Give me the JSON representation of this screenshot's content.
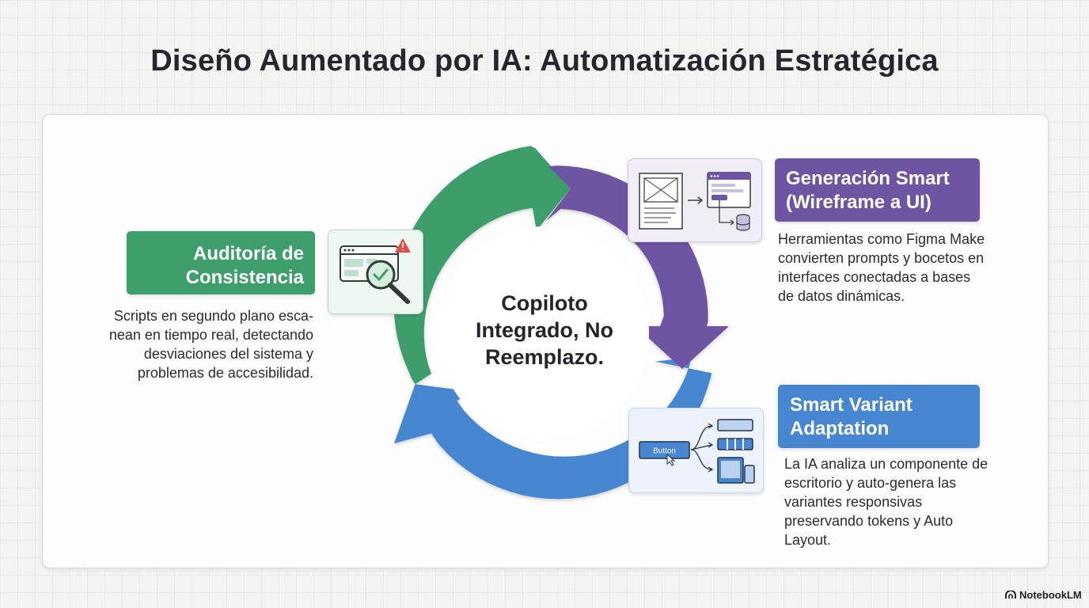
{
  "title": "Diseño Aumentado por IA: Automatización Estratégica",
  "center": {
    "line1": "Copiloto",
    "line2": "Integrado, No",
    "line3": "Reemplazo."
  },
  "steps": [
    {
      "label_line1": "Auditoría de",
      "label_line2": "Consistencia",
      "desc_lines": [
        "Scripts en segundo plano esca-",
        "nean en tiempo real, detectando",
        "desviaciones del sistema y",
        "problemas de accesibilidad."
      ],
      "color": "#3e9e6c",
      "icon": "magnifier-check-warning-icon"
    },
    {
      "label_line1": "Generación Smart",
      "label_line2": "(Wireframe a UI)",
      "desc_lines": [
        "Herramientas como Figma Make",
        "convierten prompts y bocetos en",
        "interfaces conectadas a bases",
        "de datos dinámicas."
      ],
      "color": "#6d55a4",
      "icon": "wireframe-to-ui-icon"
    },
    {
      "label_line1": "Smart Variant",
      "label_line2": "Adaptation",
      "desc_lines": [
        "La IA analiza un componente de",
        "escritorio y auto-genera las",
        "variantes responsivas",
        "preservando tokens y Auto",
        "Layout."
      ],
      "color": "#4786d0",
      "icon": "responsive-variants-icon",
      "button_text": "Button"
    }
  ],
  "brand": "NotebookLM"
}
